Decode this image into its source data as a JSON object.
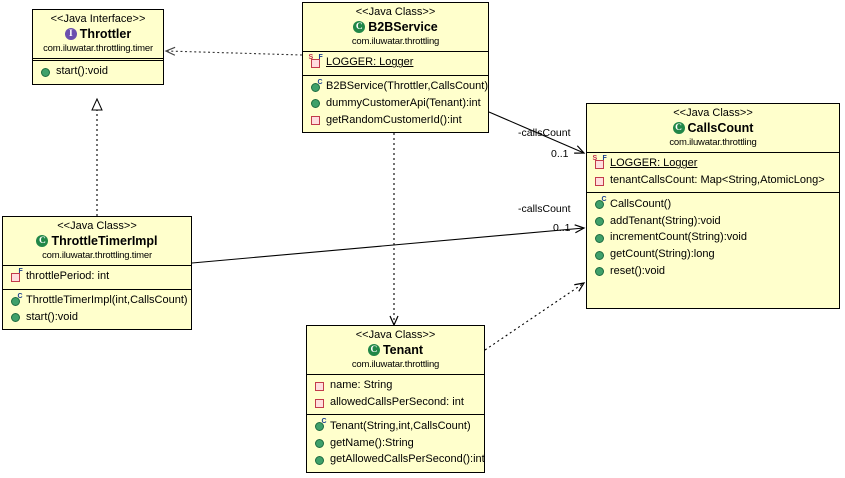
{
  "diagram": {
    "title": "Throttling pattern UML class diagram",
    "colors": {
      "class_fill": "#FFFFCC",
      "border": "#000000",
      "class_icon": "#218748",
      "interface_icon": "#6B4FAE",
      "public_member": "#3FA06A",
      "private_member": "#C23B4B",
      "static_marker": "#C0264A",
      "final_marker": "#1B3F8F",
      "background": "#FFFFFF"
    }
  },
  "classes": [
    {
      "id": "throttler",
      "stereotype": "<<Java Interface>>",
      "name": "Throttler",
      "package": "com.iluwatar.throttling.timer",
      "icon": "interface-icon",
      "fields": [],
      "methods": [
        {
          "text": "start():void",
          "icon": "public-method-icon",
          "visibility": "public"
        }
      ]
    },
    {
      "id": "b2bservice",
      "stereotype": "<<Java Class>>",
      "name": "B2BService",
      "package": "com.iluwatar.throttling",
      "icon": "class-icon",
      "fields": [
        {
          "text": "LOGGER: Logger",
          "icon": "private-static-final-field-icon",
          "visibility": "private",
          "static": true,
          "final": true
        }
      ],
      "methods": [
        {
          "text": "B2BService(Throttler,CallsCount)",
          "icon": "constructor-icon",
          "visibility": "public"
        },
        {
          "text": "dummyCustomerApi(Tenant):int",
          "icon": "public-method-icon",
          "visibility": "public"
        },
        {
          "text": "getRandomCustomerId():int",
          "icon": "private-method-icon",
          "visibility": "private"
        }
      ]
    },
    {
      "id": "callscount",
      "stereotype": "<<Java Class>>",
      "name": "CallsCount",
      "package": "com.iluwatar.throttling",
      "icon": "class-icon",
      "fields": [
        {
          "text": "LOGGER: Logger",
          "icon": "private-static-final-field-icon",
          "visibility": "private",
          "static": true,
          "final": true
        },
        {
          "text": "tenantCallsCount: Map<String,AtomicLong>",
          "icon": "private-field-icon",
          "visibility": "private"
        }
      ],
      "methods": [
        {
          "text": "CallsCount()",
          "icon": "constructor-icon",
          "visibility": "public"
        },
        {
          "text": "addTenant(String):void",
          "icon": "public-method-icon",
          "visibility": "public"
        },
        {
          "text": "incrementCount(String):void",
          "icon": "public-method-icon",
          "visibility": "public"
        },
        {
          "text": "getCount(String):long",
          "icon": "public-method-icon",
          "visibility": "public"
        },
        {
          "text": "reset():void",
          "icon": "public-method-icon",
          "visibility": "public"
        }
      ]
    },
    {
      "id": "throttletimerimpl",
      "stereotype": "<<Java Class>>",
      "name": "ThrottleTimerImpl",
      "package": "com.iluwatar.throttling.timer",
      "icon": "class-icon",
      "fields": [
        {
          "text": "throttlePeriod: int",
          "icon": "private-final-field-icon",
          "visibility": "private",
          "final": true
        }
      ],
      "methods": [
        {
          "text": "ThrottleTimerImpl(int,CallsCount)",
          "icon": "constructor-icon",
          "visibility": "public"
        },
        {
          "text": "start():void",
          "icon": "public-method-icon",
          "visibility": "public"
        }
      ]
    },
    {
      "id": "tenant",
      "stereotype": "<<Java Class>>",
      "name": "Tenant",
      "package": "com.iluwatar.throttling",
      "icon": "class-icon",
      "fields": [
        {
          "text": "name: String",
          "icon": "private-field-icon",
          "visibility": "private"
        },
        {
          "text": "allowedCallsPerSecond: int",
          "icon": "private-field-icon",
          "visibility": "private"
        }
      ],
      "methods": [
        {
          "text": "Tenant(String,int,CallsCount)",
          "icon": "constructor-icon",
          "visibility": "public"
        },
        {
          "text": "getName():String",
          "icon": "public-method-icon",
          "visibility": "public"
        },
        {
          "text": "getAllowedCallsPerSecond():int",
          "icon": "public-method-icon",
          "visibility": "public"
        }
      ]
    }
  ],
  "relationships": [
    {
      "id": "rel-b2b-throttler",
      "type": "dependency",
      "from": "b2bservice",
      "to": "throttler",
      "role": "",
      "multiplicity": ""
    },
    {
      "id": "rel-timer-throttler",
      "type": "realization",
      "from": "throttletimerimpl",
      "to": "throttler",
      "role": "",
      "multiplicity": ""
    },
    {
      "id": "rel-b2b-callscount",
      "type": "association",
      "from": "b2bservice",
      "to": "callscount",
      "role": "-callsCount",
      "multiplicity": "0..1"
    },
    {
      "id": "rel-timer-callscount",
      "type": "association",
      "from": "throttletimerimpl",
      "to": "callscount",
      "role": "-callsCount",
      "multiplicity": "0..1"
    },
    {
      "id": "rel-b2b-tenant",
      "type": "dependency",
      "from": "b2bservice",
      "to": "tenant",
      "role": "",
      "multiplicity": ""
    },
    {
      "id": "rel-tenant-callscount",
      "type": "dependency",
      "from": "tenant",
      "to": "callscount",
      "role": "",
      "multiplicity": ""
    }
  ],
  "edge_labels": [
    {
      "role": "-callsCount",
      "multiplicity": "0..1"
    },
    {
      "role": "-callsCount",
      "multiplicity": "0..1"
    }
  ]
}
